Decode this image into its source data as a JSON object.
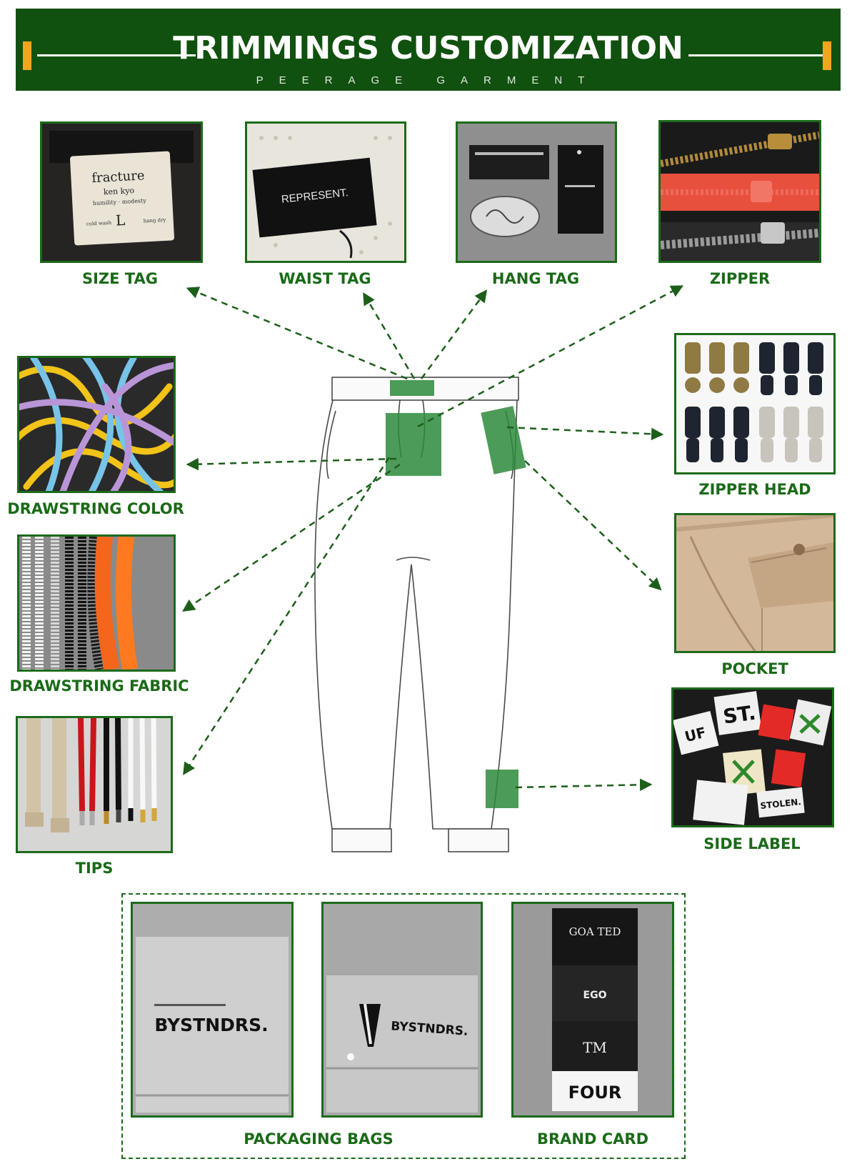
{
  "header": {
    "title": "TRIMMINGS CUSTOMIZATION",
    "subtitle": "PEERAGE GARMENT"
  },
  "colors": {
    "brand_green": "#11510f",
    "accent_orange": "#f4a51b",
    "caption_green": "#1a6a17",
    "highlight_green": "#2e8a3a"
  },
  "items": {
    "size_tag": "SIZE TAG",
    "waist_tag": "WAIST TAG",
    "hang_tag": "HANG TAG",
    "zipper": "ZIPPER",
    "drawstring_color": "DRAWSTRING COLOR",
    "drawstring_fabric": "DRAWSTRING FABRIC",
    "tips": "TIPS",
    "zipper_head": "ZIPPER HEAD",
    "pocket": "POCKET",
    "side_label": "SIDE LABEL",
    "packaging_bags": "PACKAGING BAGS",
    "brand_card": "BRAND CARD"
  },
  "photo_text": {
    "size_tag": {
      "brand": "fracture",
      "line2": "ken kyo",
      "line3": "humility · modesty",
      "size": "L",
      "left": "cold wash",
      "right": "hang dry"
    },
    "waist_tag": "REPRESENT.",
    "packaging_brand": "BYSTNDRS.",
    "side_label_words": [
      "ST.",
      "UF",
      "STOLEN."
    ],
    "brand_cards": [
      "GOA TED",
      "EGO",
      "TM",
      "FOUR"
    ]
  }
}
